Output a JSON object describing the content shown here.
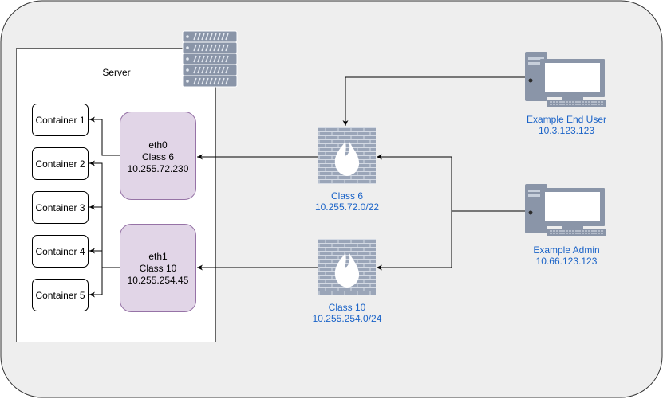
{
  "server": {
    "label": "Server",
    "containers": [
      {
        "label": "Container 1"
      },
      {
        "label": "Container 2"
      },
      {
        "label": "Container 3"
      },
      {
        "label": "Container 4"
      },
      {
        "label": "Container 5"
      }
    ],
    "interfaces": [
      {
        "name": "eth0",
        "class_label": "Class 6",
        "ip": "10.255.72.230"
      },
      {
        "name": "eth1",
        "class_label": "Class 10",
        "ip": "10.255.254.45"
      }
    ]
  },
  "firewalls": [
    {
      "name": "Class 6",
      "subnet": "10.255.72.0/22",
      "icon": "firewall-icon"
    },
    {
      "name": "Class 10",
      "subnet": "10.255.254.0/24",
      "icon": "firewall-icon"
    }
  ],
  "endpoints": [
    {
      "name": "Example End User",
      "ip": "10.3.123.123",
      "icon": "desktop-computer-icon"
    },
    {
      "name": "Example Admin",
      "ip": "10.66.123.123",
      "icon": "desktop-computer-icon"
    }
  ],
  "colors": {
    "background_panel": "#eeeeee",
    "interface_fill": "#e1d5e7",
    "interface_stroke": "#9673a6",
    "label_blue": "#1a63c8",
    "firewall_gray": "#9aa5b8",
    "server_icon": "#8a95a8"
  }
}
